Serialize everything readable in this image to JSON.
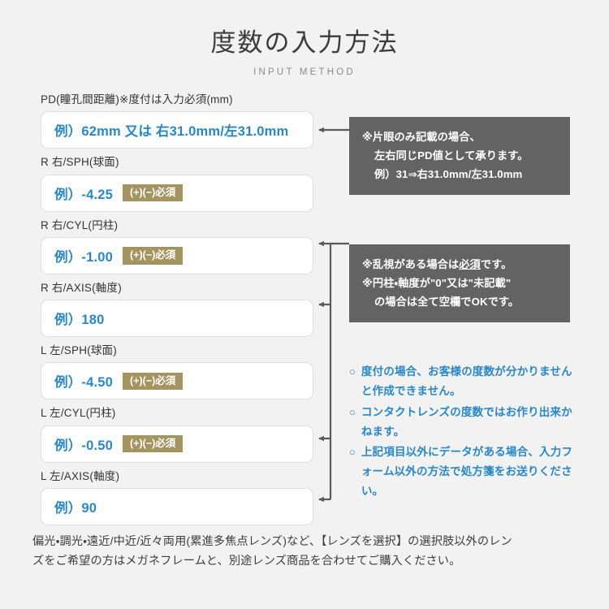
{
  "header": {
    "title": "度数の入力方法",
    "subtitle": "INPUT METHOD"
  },
  "colors": {
    "page_background": "#f2f2f2",
    "accent_blue": "#2a87c4",
    "required_badge": "#a4945f",
    "note_box": "#636363",
    "text": "#333333",
    "connector": "#5a5a5a"
  },
  "form": {
    "fields": [
      {
        "label": "PD(瞳孔間距離)※度付は入力必須(mm)",
        "example": "例）62mm 又は 右31.0mm/左31.0mm",
        "badge": null,
        "name": "pd"
      },
      {
        "label": "R 右/SPH(球面)",
        "example": "例）-4.25",
        "badge": "(+)(−)必須",
        "name": "right-sph"
      },
      {
        "label": "R 右/CYL(円柱)",
        "example": "例）-1.00",
        "badge": "(+)(−)必須",
        "name": "right-cyl"
      },
      {
        "label": "R 右/AXIS(軸度)",
        "example": "例）180",
        "badge": null,
        "name": "right-axis"
      },
      {
        "label": "L 左/SPH(球面)",
        "example": "例）-4.50",
        "badge": "(+)(−)必須",
        "name": "left-sph"
      },
      {
        "label": "L 左/CYL(円柱)",
        "example": "例）-0.50",
        "badge": "(+)(−)必須",
        "name": "left-cyl"
      },
      {
        "label": "L 左/AXIS(軸度)",
        "example": "例）90",
        "badge": null,
        "name": "left-axis"
      }
    ]
  },
  "notes": {
    "pd_note": {
      "line1": "※片眼のみ記載の場合、",
      "line2": "左右同じPD値として承ります。",
      "line3": "例）31⇒右31.0mm/左31.0mm"
    },
    "astigmatism_note": {
      "line1_pre": "※乱視がある場合は",
      "line1_underline": "必須",
      "line1_post": "です。",
      "line2": "※円柱・軸度が\"0\"又は\"未記載\"",
      "line3": "の場合は全て空欄でOKです。"
    }
  },
  "bullets": {
    "marker": "○",
    "items": [
      {
        "line1": "度付の場合、お客様の度数が分かり",
        "line2": "ませんと作成できません。",
        "line3": null
      },
      {
        "line1": "コンタクトレンズの度数ではお作り出",
        "line2": "来かねます。",
        "line3": null
      },
      {
        "line1": "上記項目以外にデータがある場合、",
        "line2": "入力フォーム以外の方法で処方箋を",
        "line3": "お送りください。"
      }
    ]
  },
  "footer": {
    "line1": "偏光・調光・遠近/中近/近々両用(累進多焦点レンズ)など、【レンズを選択】の選択肢以外のレン",
    "line2": "ズをご希望の方はメガネフレームと、別途レンズ商品を合わせてご購入ください。"
  }
}
